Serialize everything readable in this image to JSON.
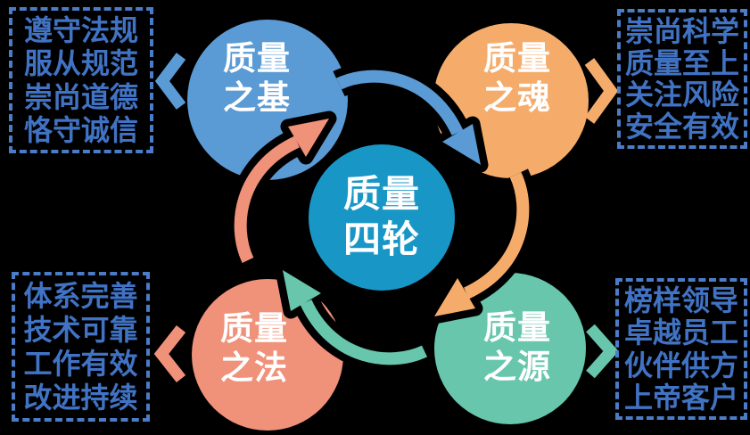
{
  "diagram_title": "质量四轮",
  "center_wheel": {
    "line1": "质量",
    "line2": "四轮",
    "color": "#1897C7"
  },
  "wheels": {
    "top_left": {
      "line1": "质量",
      "line2": "之基",
      "color": "#5B9BD5"
    },
    "top_right": {
      "line1": "质量",
      "line2": "之魂",
      "color": "#F5AC6B"
    },
    "bottom_left": {
      "line1": "质量",
      "line2": "之法",
      "color": "#F0917A"
    },
    "bottom_right": {
      "line1": "质量",
      "line2": "之源",
      "color": "#68C6AD"
    }
  },
  "notes": {
    "top_left": {
      "lines": [
        "遵守法规",
        "服从规范",
        "崇尚道德",
        "恪守诚信"
      ]
    },
    "top_right": {
      "lines": [
        "崇尚科学",
        "质量至上",
        "关注风险",
        "安全有效"
      ]
    },
    "bottom_left": {
      "lines": [
        "体系完善",
        "技术可靠",
        "工作有效",
        "改进持续"
      ]
    },
    "bottom_right": {
      "lines": [
        "榜样领导",
        "卓越员工",
        "伙伴供方",
        "上帝客户"
      ]
    }
  },
  "colors": {
    "background": "#000000",
    "note_text": "#4173C4",
    "note_border": "#4A7CC7",
    "label_text": "#FFFFFF"
  }
}
